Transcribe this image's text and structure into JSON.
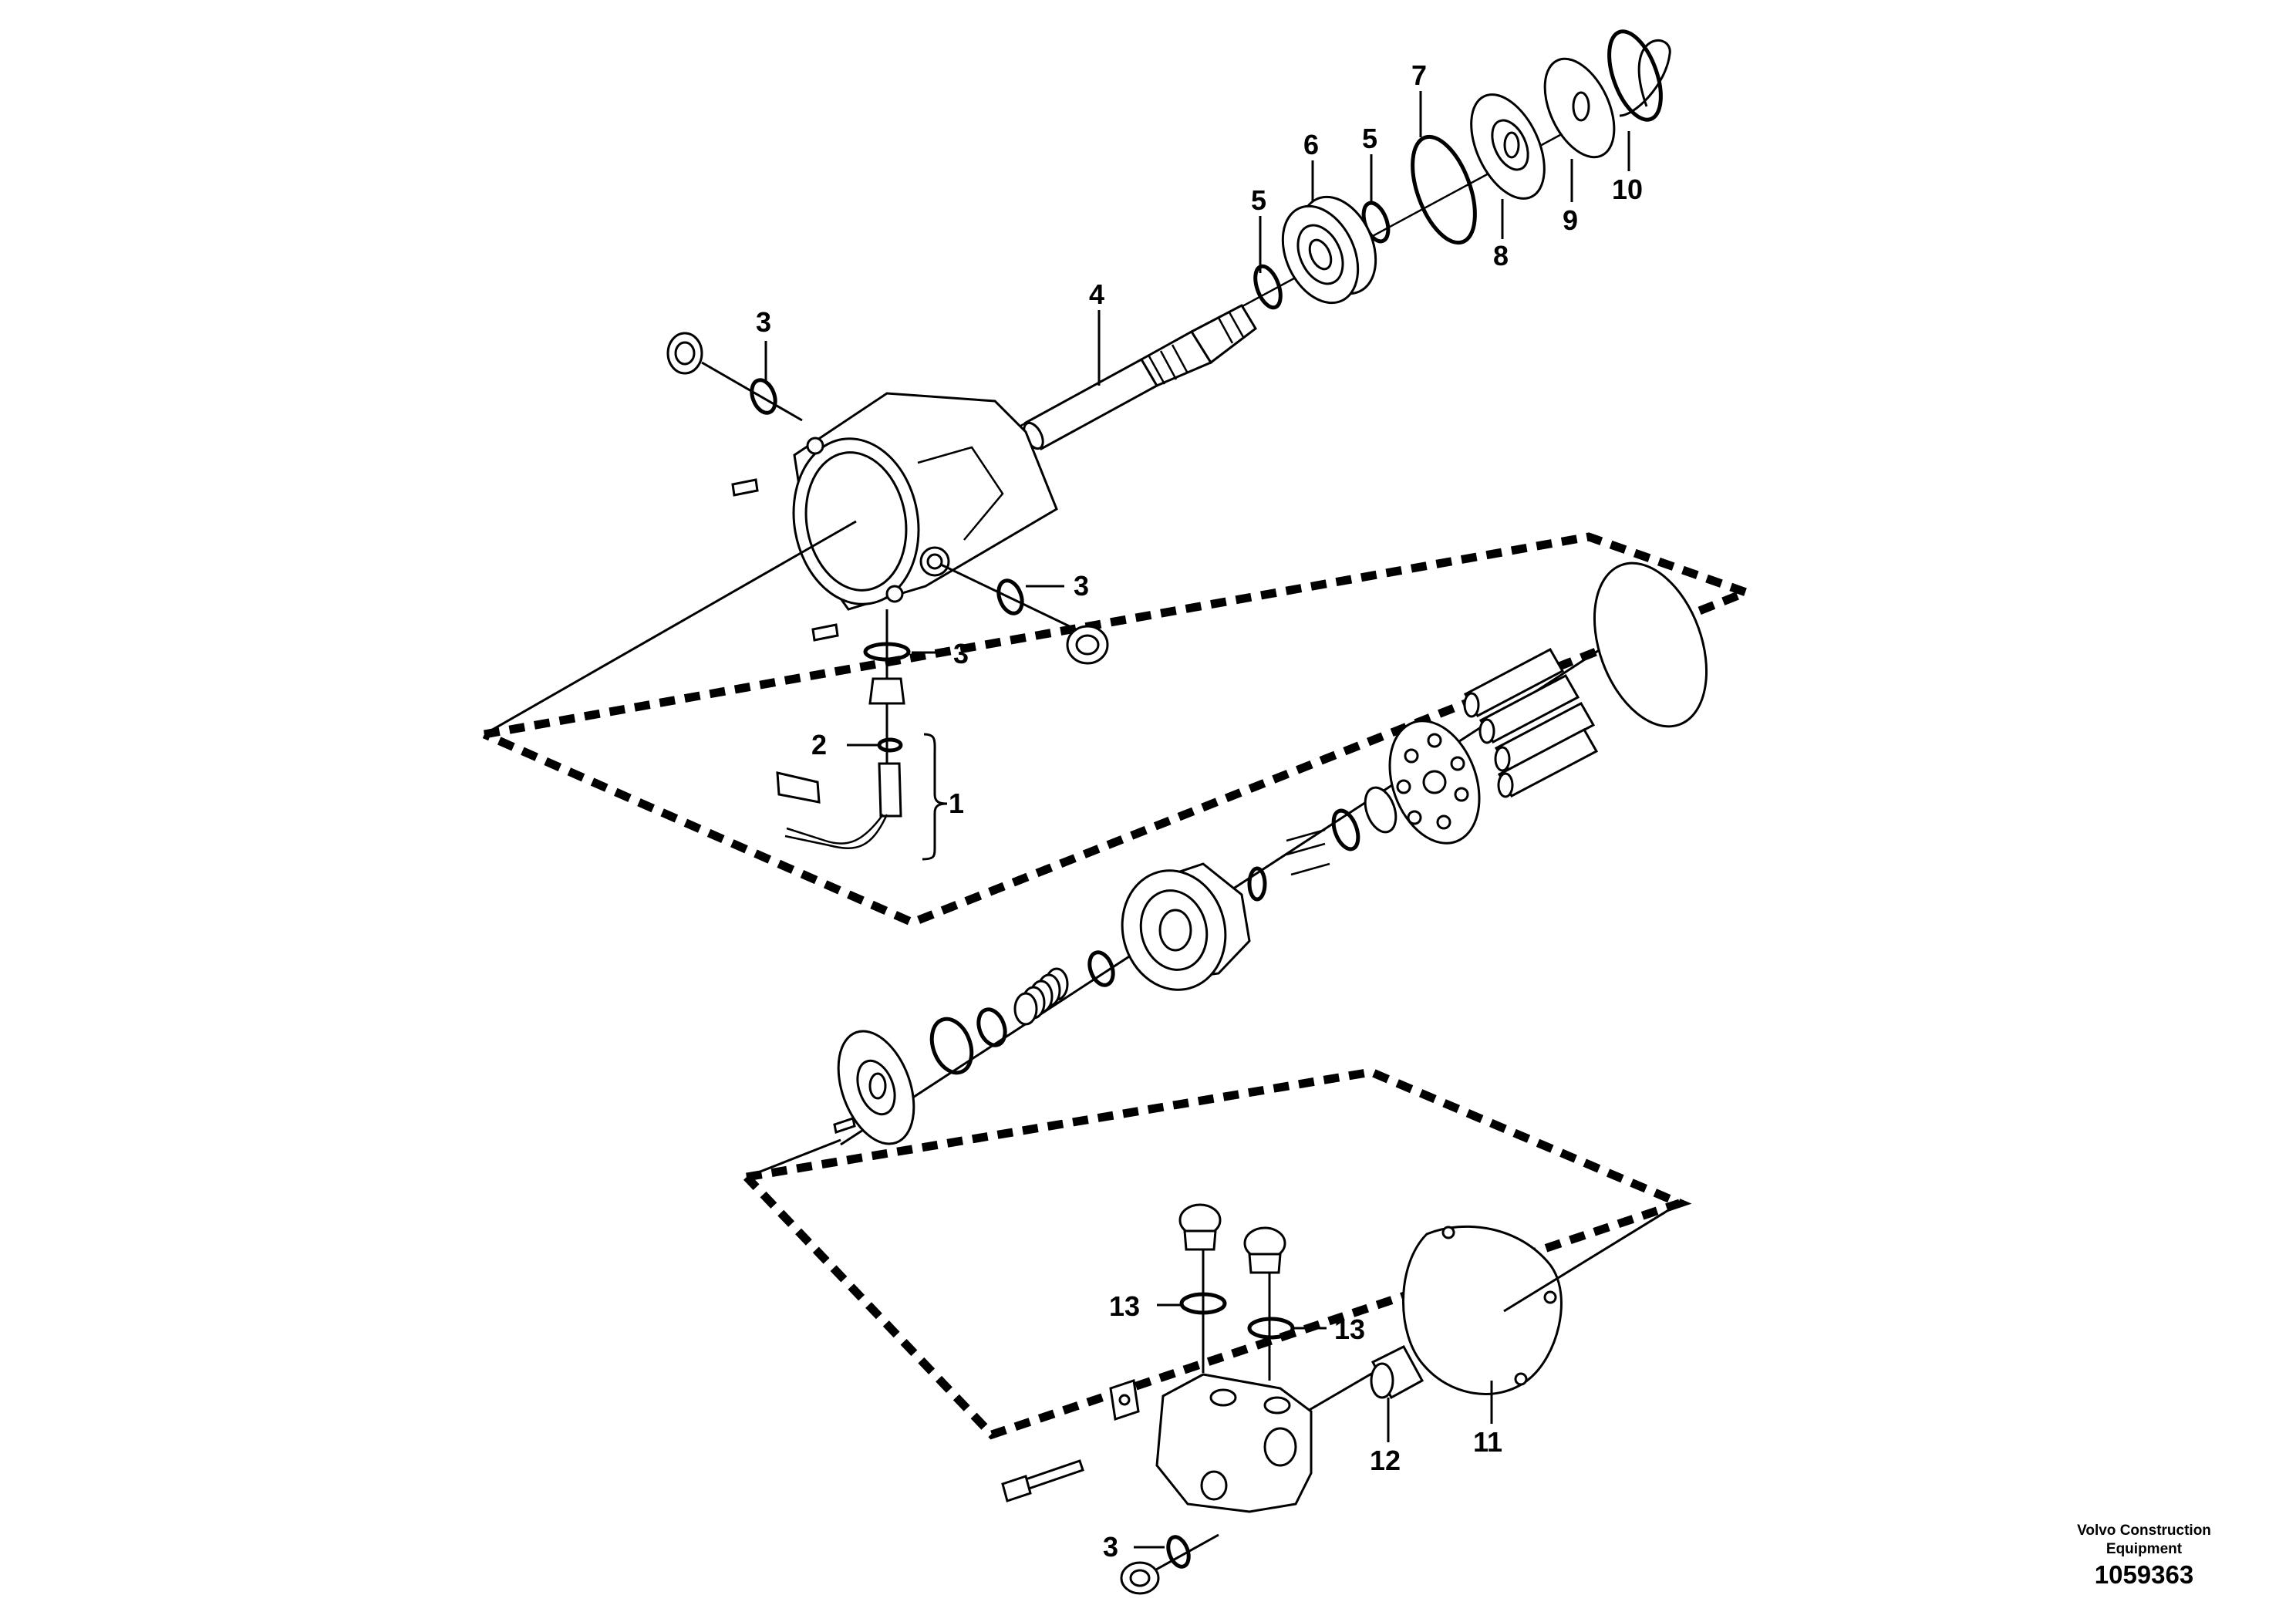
{
  "labels": {
    "l1": "1",
    "l2": "2",
    "l3": "3",
    "l4": "4",
    "l5": "5",
    "l6": "6",
    "l7": "7",
    "l8": "8",
    "l9": "9",
    "l10": "10",
    "l11": "11",
    "l12": "12",
    "l13": "13"
  },
  "footer": {
    "company_line1": "Volvo Construction",
    "company_line2": "Equipment",
    "doc_number": "1059363"
  },
  "colors": {
    "line": "#000000",
    "background": "#ffffff"
  }
}
